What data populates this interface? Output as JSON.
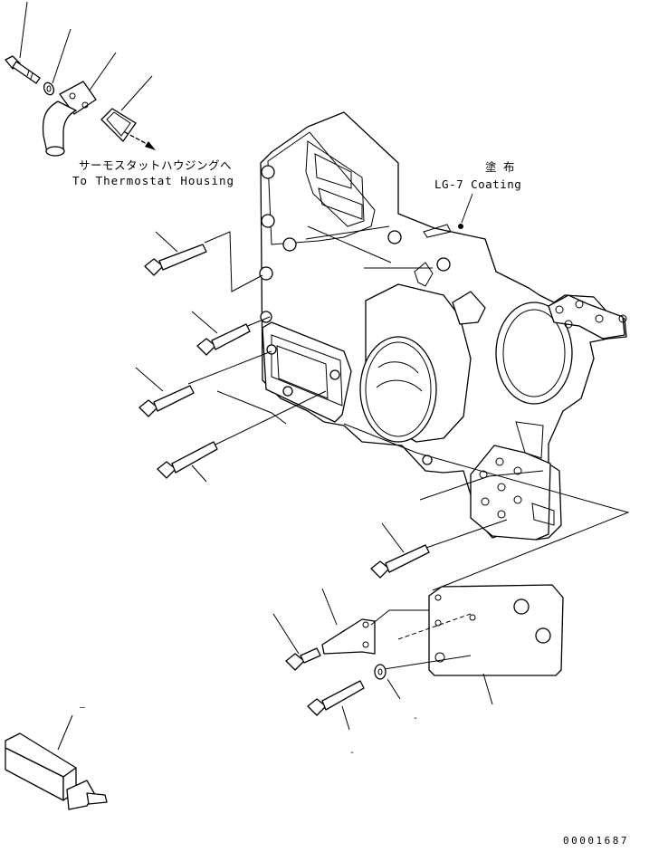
{
  "labels": {
    "thermostat_jp": "サーモスタットハウジングへ",
    "thermostat_en": "To Thermostat Housing",
    "coating_jp": "塗 布",
    "coating_en": "LG-7 Coating",
    "drawing_number": "00001687"
  },
  "callout_numbers": {
    "sensor_dash": "–",
    "washer_dash": "-",
    "bolt_dash": "-"
  }
}
